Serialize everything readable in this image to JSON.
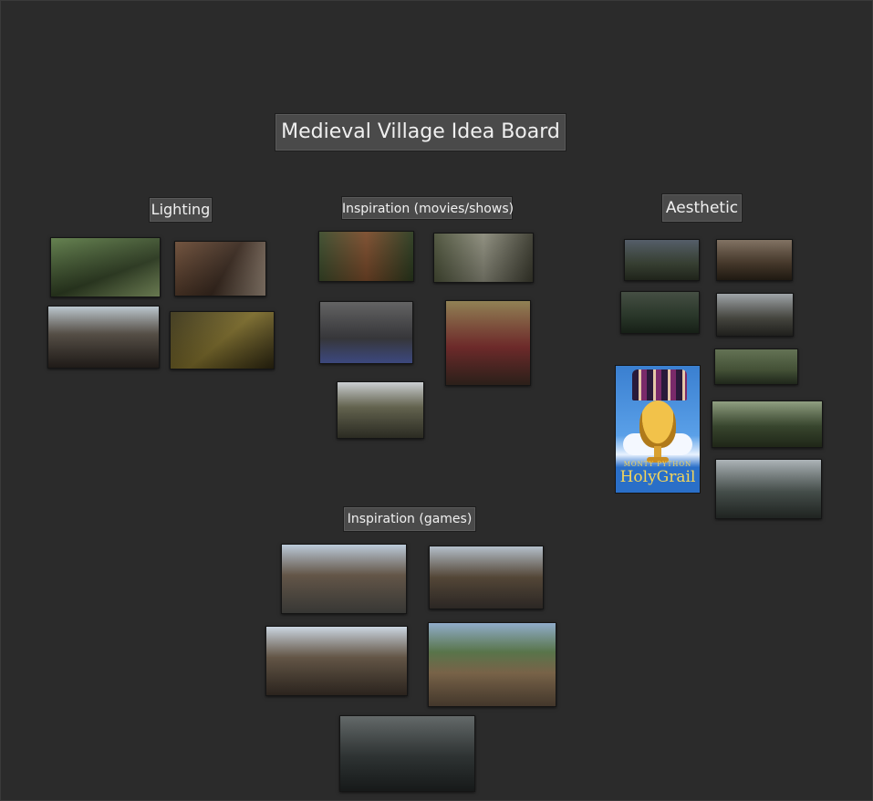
{
  "board": {
    "title": "Medieval Village Idea Board"
  },
  "sections": {
    "lighting": "Lighting",
    "movies": "Inspiration (movies/shows)",
    "aesthetic": "Aesthetic",
    "games": "Inspiration (games)"
  },
  "poster": {
    "line1": "MONTY PYTHON",
    "line2": "HolyGrail"
  },
  "colors": {
    "background": "#2b2b2b",
    "label_bg": "#4a4a4a",
    "label_text": "#f0f0f0"
  }
}
